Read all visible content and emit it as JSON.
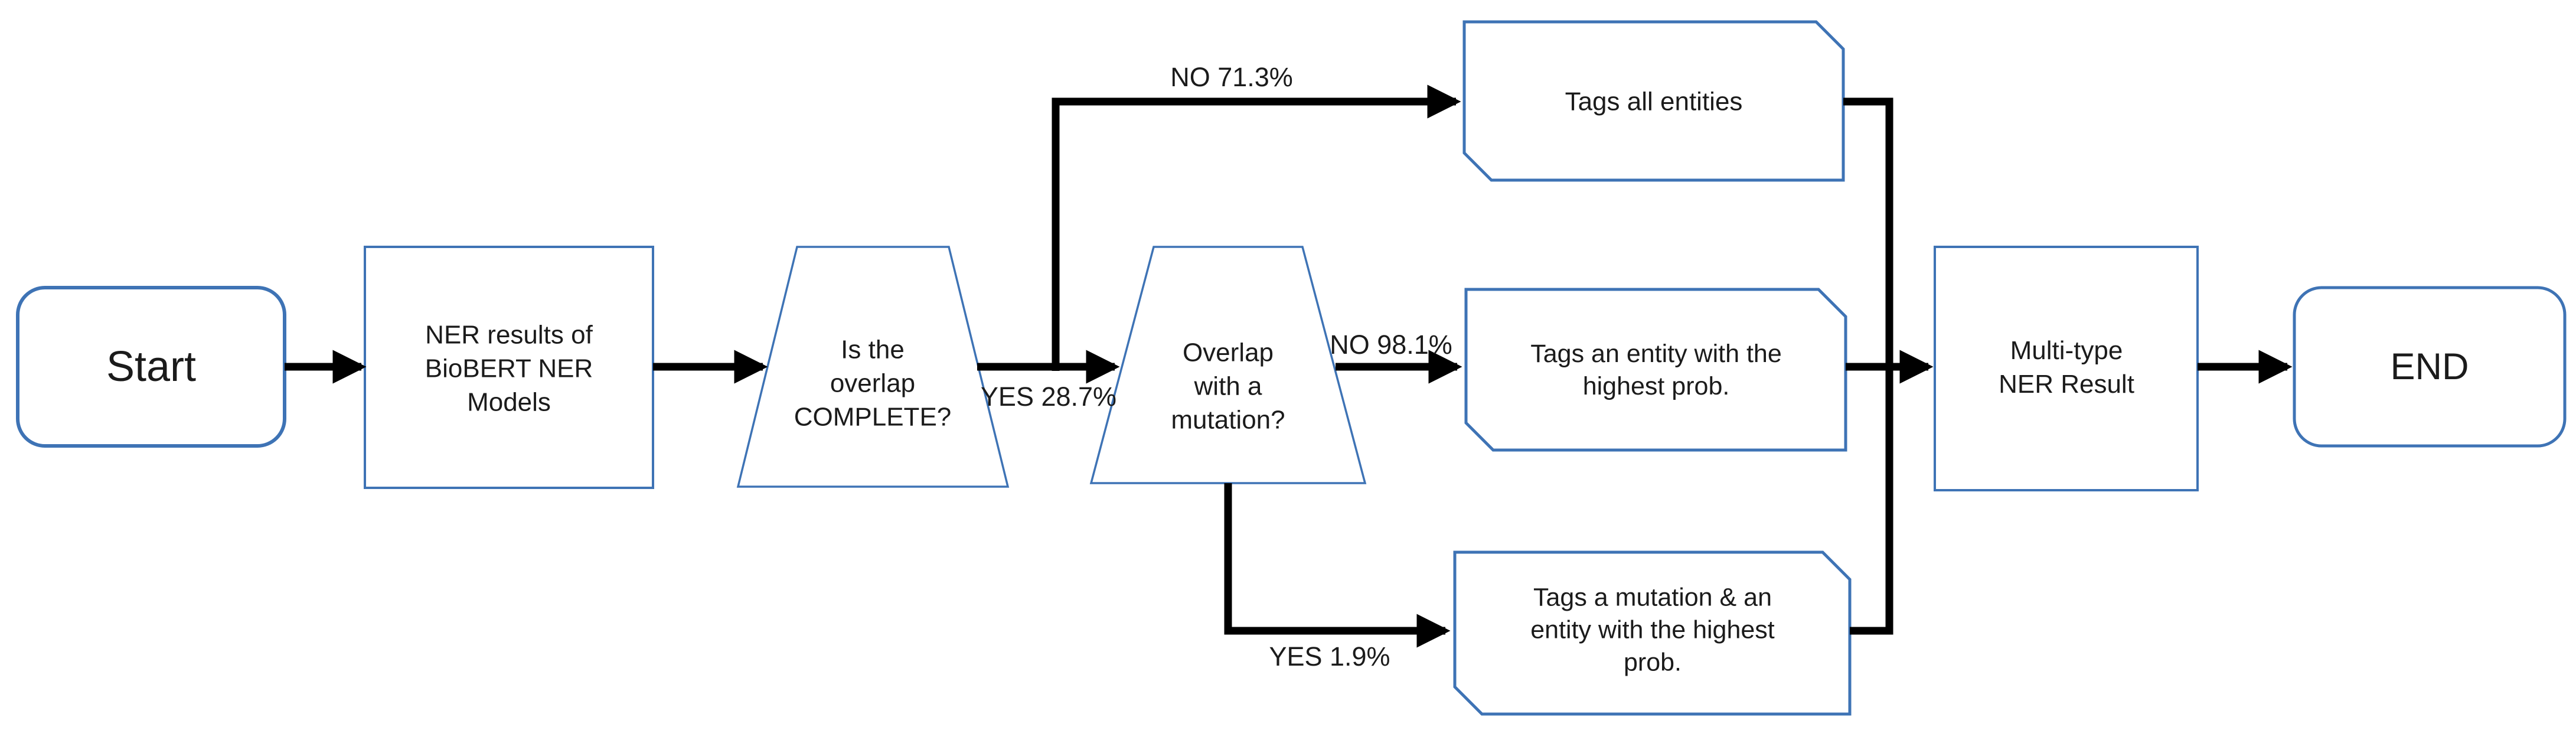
{
  "diagram": {
    "type": "flowchart",
    "background_color": "#ffffff",
    "node_border_color": "#3e73b5",
    "node_fill_color": "#ffffff",
    "connector_color": "#000000",
    "text_color": "#1b1b1b",
    "nodes": {
      "start": {
        "label": "Start",
        "shape": "terminator"
      },
      "ner_results": {
        "label": "NER results of\nBioBERT NER\nModels",
        "shape": "process"
      },
      "overlap_complete": {
        "label": "Is the\noverlap\nCOMPLETE?",
        "shape": "decision-trapezoid"
      },
      "overlap_mutation": {
        "label": "Overlap\nwith a\nmutation?",
        "shape": "decision-trapezoid"
      },
      "tags_all_entities": {
        "label": "Tags all entities",
        "shape": "card"
      },
      "tags_entity_highest": {
        "label": "Tags an entity with the\nhighest prob.",
        "shape": "card"
      },
      "tags_mutation_entity": {
        "label": "Tags a mutation & an\nentity with the highest\nprob.",
        "shape": "card"
      },
      "multi_type_result": {
        "label": "Multi-type\nNER Result",
        "shape": "process"
      },
      "end": {
        "label": "END",
        "shape": "terminator"
      }
    },
    "edge_labels": {
      "no_713": "NO 71.3%",
      "yes_287": "YES 28.7%",
      "no_981": "NO 98.1%",
      "yes_19": "YES 1.9%"
    }
  }
}
